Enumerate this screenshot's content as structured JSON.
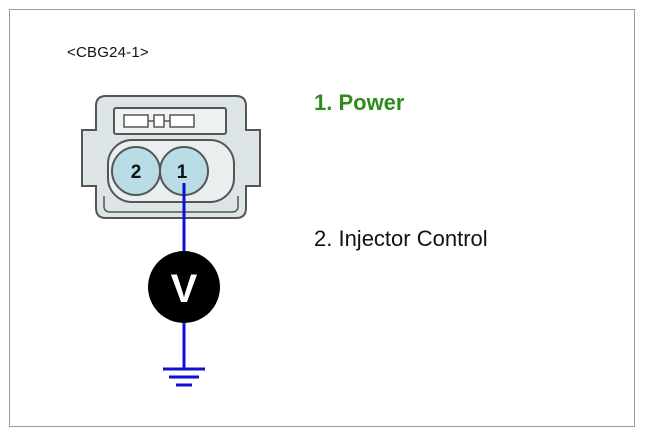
{
  "connector": {
    "id": "<CBG24-1>",
    "pins": [
      {
        "number": "2"
      },
      {
        "number": "1"
      }
    ]
  },
  "pin_labels": {
    "power": "1. Power",
    "injector_control": "2. Injector Control"
  },
  "meter": {
    "symbol": "V"
  },
  "colors": {
    "power_label": "#2e8b1e",
    "text": "#111111",
    "wire": "#1010d0",
    "pin_fill": "#b9dde6",
    "connector_fill": "#dde4e6",
    "connector_stroke": "#555555",
    "meter_fill": "#000000",
    "meter_symbol": "#ffffff"
  }
}
